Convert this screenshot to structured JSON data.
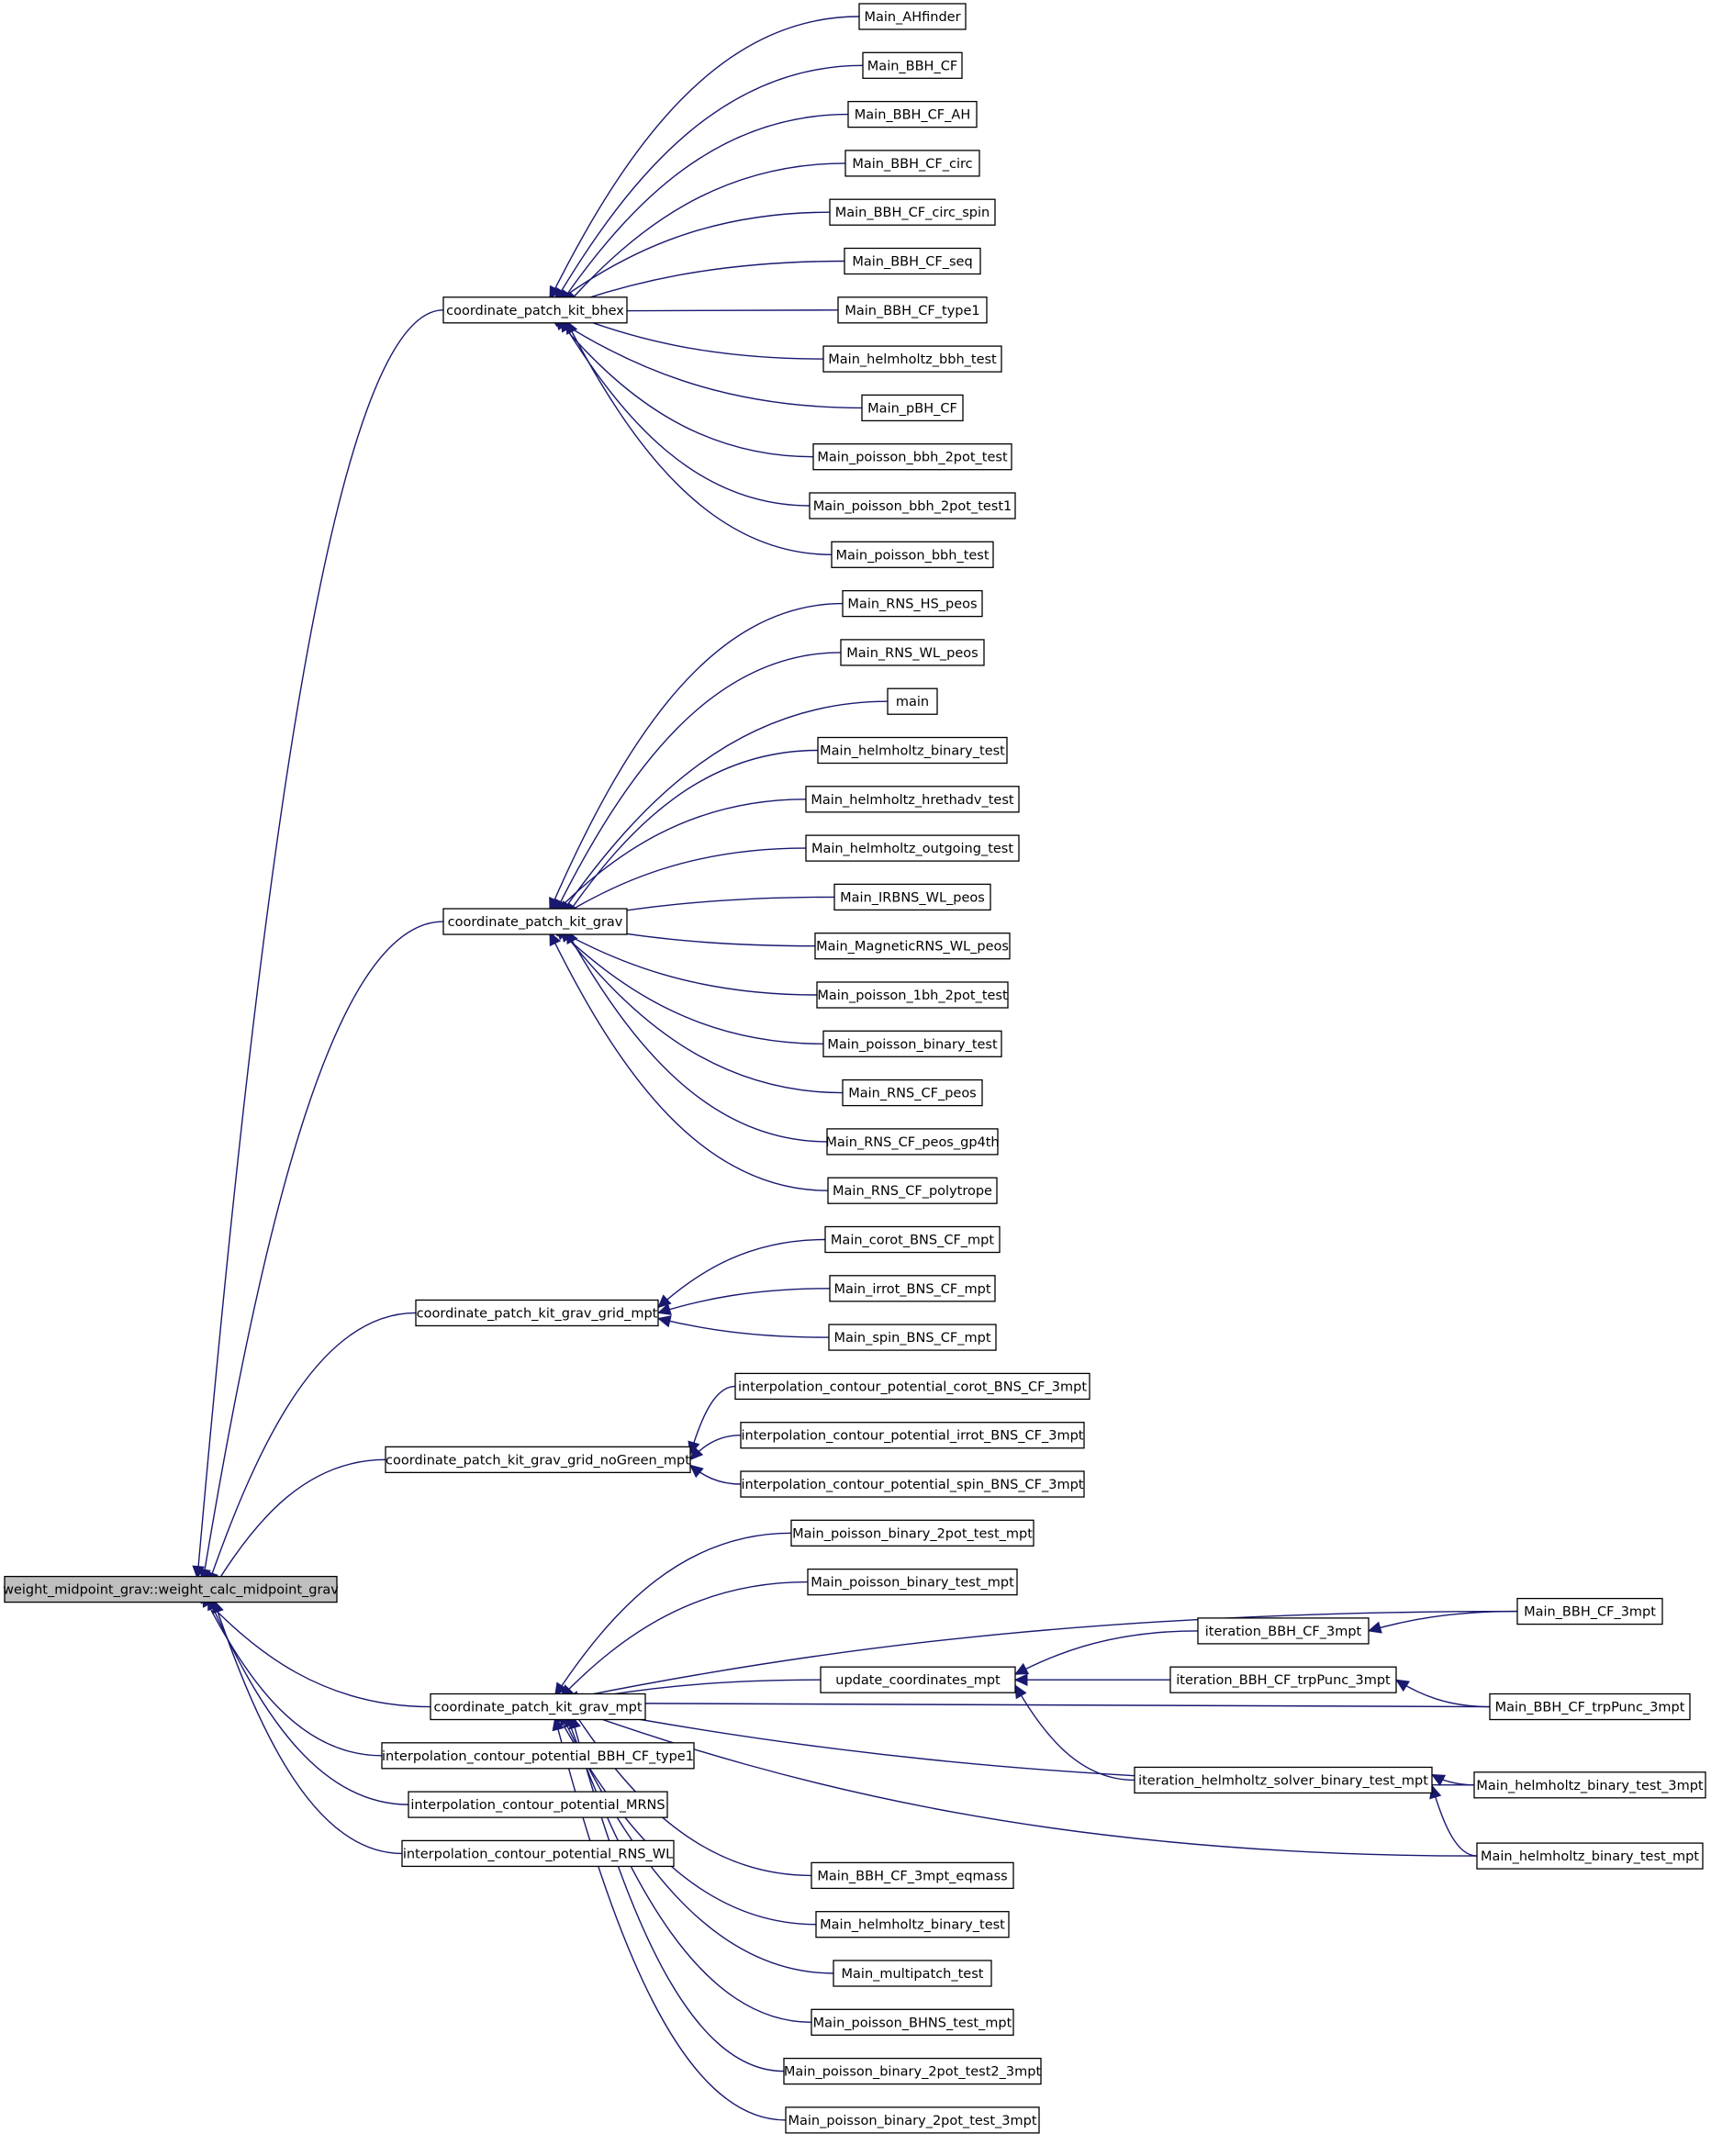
{
  "diagram": {
    "colors": {
      "edge": "#191970",
      "root_fill": "#bfbfbf",
      "node_fill": "#ffffff",
      "border": "#000000"
    },
    "nodes": [
      {
        "id": "root",
        "label": "weight_midpoint_grav::weight_calc_midpoint_grav"
      },
      {
        "id": "bhex",
        "label": "coordinate_patch_kit_bhex"
      },
      {
        "id": "grav",
        "label": "coordinate_patch_kit_grav"
      },
      {
        "id": "grid_mpt",
        "label": "coordinate_patch_kit_grav_grid_mpt"
      },
      {
        "id": "grid_nogreen",
        "label": "coordinate_patch_kit_grav_grid_noGreen_mpt"
      },
      {
        "id": "kit_mpt",
        "label": "coordinate_patch_kit_grav_mpt"
      },
      {
        "id": "ic_bbh_type1",
        "label": "interpolation_contour_potential_BBH_CF_type1"
      },
      {
        "id": "ic_mrns",
        "label": "interpolation_contour_potential_MRNS"
      },
      {
        "id": "ic_rns_wl",
        "label": "interpolation_contour_potential_RNS_WL"
      },
      {
        "id": "b1",
        "label": "Main_AHfinder"
      },
      {
        "id": "b2",
        "label": "Main_BBH_CF"
      },
      {
        "id": "b3",
        "label": "Main_BBH_CF_AH"
      },
      {
        "id": "b4",
        "label": "Main_BBH_CF_circ"
      },
      {
        "id": "b5",
        "label": "Main_BBH_CF_circ_spin"
      },
      {
        "id": "b6",
        "label": "Main_BBH_CF_seq"
      },
      {
        "id": "b7",
        "label": "Main_BBH_CF_type1"
      },
      {
        "id": "b8",
        "label": "Main_helmholtz_bbh_test"
      },
      {
        "id": "b9",
        "label": "Main_pBH_CF"
      },
      {
        "id": "b10",
        "label": "Main_poisson_bbh_2pot_test"
      },
      {
        "id": "b11",
        "label": "Main_poisson_bbh_2pot_test1"
      },
      {
        "id": "b12",
        "label": "Main_poisson_bbh_test"
      },
      {
        "id": "g1",
        "label": "Main_RNS_HS_peos"
      },
      {
        "id": "g2",
        "label": "Main_RNS_WL_peos"
      },
      {
        "id": "g3",
        "label": "main"
      },
      {
        "id": "g4",
        "label": "Main_helmholtz_binary_test"
      },
      {
        "id": "g5",
        "label": "Main_helmholtz_hrethadv_test"
      },
      {
        "id": "g6",
        "label": "Main_helmholtz_outgoing_test"
      },
      {
        "id": "g7",
        "label": "Main_IRBNS_WL_peos"
      },
      {
        "id": "g8",
        "label": "Main_MagneticRNS_WL_peos"
      },
      {
        "id": "g9",
        "label": "Main_poisson_1bh_2pot_test"
      },
      {
        "id": "g10",
        "label": "Main_poisson_binary_test"
      },
      {
        "id": "g11",
        "label": "Main_RNS_CF_peos"
      },
      {
        "id": "g12",
        "label": "Main_RNS_CF_peos_gp4th"
      },
      {
        "id": "g13",
        "label": "Main_RNS_CF_polytrope"
      },
      {
        "id": "m1",
        "label": "Main_corot_BNS_CF_mpt"
      },
      {
        "id": "m2",
        "label": "Main_irrot_BNS_CF_mpt"
      },
      {
        "id": "m3",
        "label": "Main_spin_BNS_CF_mpt"
      },
      {
        "id": "n1",
        "label": "interpolation_contour_potential_corot_BNS_CF_3mpt"
      },
      {
        "id": "n2",
        "label": "interpolation_contour_potential_irrot_BNS_CF_3mpt"
      },
      {
        "id": "n3",
        "label": "interpolation_contour_potential_spin_BNS_CF_3mpt"
      },
      {
        "id": "k1",
        "label": "Main_poisson_binary_2pot_test_mpt"
      },
      {
        "id": "k2",
        "label": "Main_poisson_binary_test_mpt"
      },
      {
        "id": "upd",
        "label": "update_coordinates_mpt"
      },
      {
        "id": "it_bbh",
        "label": "iteration_BBH_CF_3mpt"
      },
      {
        "id": "it_trp",
        "label": "iteration_BBH_CF_trpPunc_3mpt"
      },
      {
        "id": "it_helm",
        "label": "iteration_helmholtz_solver_binary_test_mpt"
      },
      {
        "id": "r_bbh3",
        "label": "Main_BBH_CF_3mpt"
      },
      {
        "id": "r_trp",
        "label": "Main_BBH_CF_trpPunc_3mpt"
      },
      {
        "id": "r_hb3",
        "label": "Main_helmholtz_binary_test_3mpt"
      },
      {
        "id": "r_hbm",
        "label": "Main_helmholtz_binary_test_mpt"
      },
      {
        "id": "k3",
        "label": "Main_BBH_CF_3mpt_eqmass"
      },
      {
        "id": "k4",
        "label": "Main_helmholtz_binary_test"
      },
      {
        "id": "k5",
        "label": "Main_multipatch_test"
      },
      {
        "id": "k6",
        "label": "Main_poisson_BHNS_test_mpt"
      },
      {
        "id": "k7",
        "label": "Main_poisson_binary_2pot_test2_3mpt"
      },
      {
        "id": "k8",
        "label": "Main_poisson_binary_2pot_test_3mpt"
      }
    ],
    "edges": [
      [
        "bhex",
        "root"
      ],
      [
        "grav",
        "root"
      ],
      [
        "grid_mpt",
        "root"
      ],
      [
        "grid_nogreen",
        "root"
      ],
      [
        "kit_mpt",
        "root"
      ],
      [
        "ic_bbh_type1",
        "root"
      ],
      [
        "ic_mrns",
        "root"
      ],
      [
        "ic_rns_wl",
        "root"
      ],
      [
        "b1",
        "bhex"
      ],
      [
        "b2",
        "bhex"
      ],
      [
        "b3",
        "bhex"
      ],
      [
        "b4",
        "bhex"
      ],
      [
        "b5",
        "bhex"
      ],
      [
        "b6",
        "bhex"
      ],
      [
        "b7",
        "bhex"
      ],
      [
        "b8",
        "bhex"
      ],
      [
        "b9",
        "bhex"
      ],
      [
        "b10",
        "bhex"
      ],
      [
        "b11",
        "bhex"
      ],
      [
        "b12",
        "bhex"
      ],
      [
        "g1",
        "grav"
      ],
      [
        "g2",
        "grav"
      ],
      [
        "g3",
        "grav"
      ],
      [
        "g4",
        "grav"
      ],
      [
        "g5",
        "grav"
      ],
      [
        "g6",
        "grav"
      ],
      [
        "g7",
        "grav"
      ],
      [
        "g8",
        "grav"
      ],
      [
        "g9",
        "grav"
      ],
      [
        "g10",
        "grav"
      ],
      [
        "g11",
        "grav"
      ],
      [
        "g12",
        "grav"
      ],
      [
        "g13",
        "grav"
      ],
      [
        "m1",
        "grid_mpt"
      ],
      [
        "m2",
        "grid_mpt"
      ],
      [
        "m3",
        "grid_mpt"
      ],
      [
        "n1",
        "grid_nogreen"
      ],
      [
        "n2",
        "grid_nogreen"
      ],
      [
        "n3",
        "grid_nogreen"
      ],
      [
        "k1",
        "kit_mpt"
      ],
      [
        "k2",
        "kit_mpt"
      ],
      [
        "r_bbh3",
        "kit_mpt"
      ],
      [
        "upd",
        "kit_mpt"
      ],
      [
        "r_trp",
        "kit_mpt"
      ],
      [
        "r_hb3",
        "kit_mpt"
      ],
      [
        "r_hbm",
        "kit_mpt"
      ],
      [
        "k3",
        "kit_mpt"
      ],
      [
        "k4",
        "kit_mpt"
      ],
      [
        "k5",
        "kit_mpt"
      ],
      [
        "k6",
        "kit_mpt"
      ],
      [
        "k7",
        "kit_mpt"
      ],
      [
        "k8",
        "kit_mpt"
      ],
      [
        "it_bbh",
        "upd"
      ],
      [
        "it_trp",
        "upd"
      ],
      [
        "it_helm",
        "upd"
      ],
      [
        "r_bbh3",
        "it_bbh"
      ],
      [
        "r_trp",
        "it_trp"
      ],
      [
        "r_hb3",
        "it_helm"
      ],
      [
        "r_hbm",
        "it_helm"
      ]
    ]
  }
}
